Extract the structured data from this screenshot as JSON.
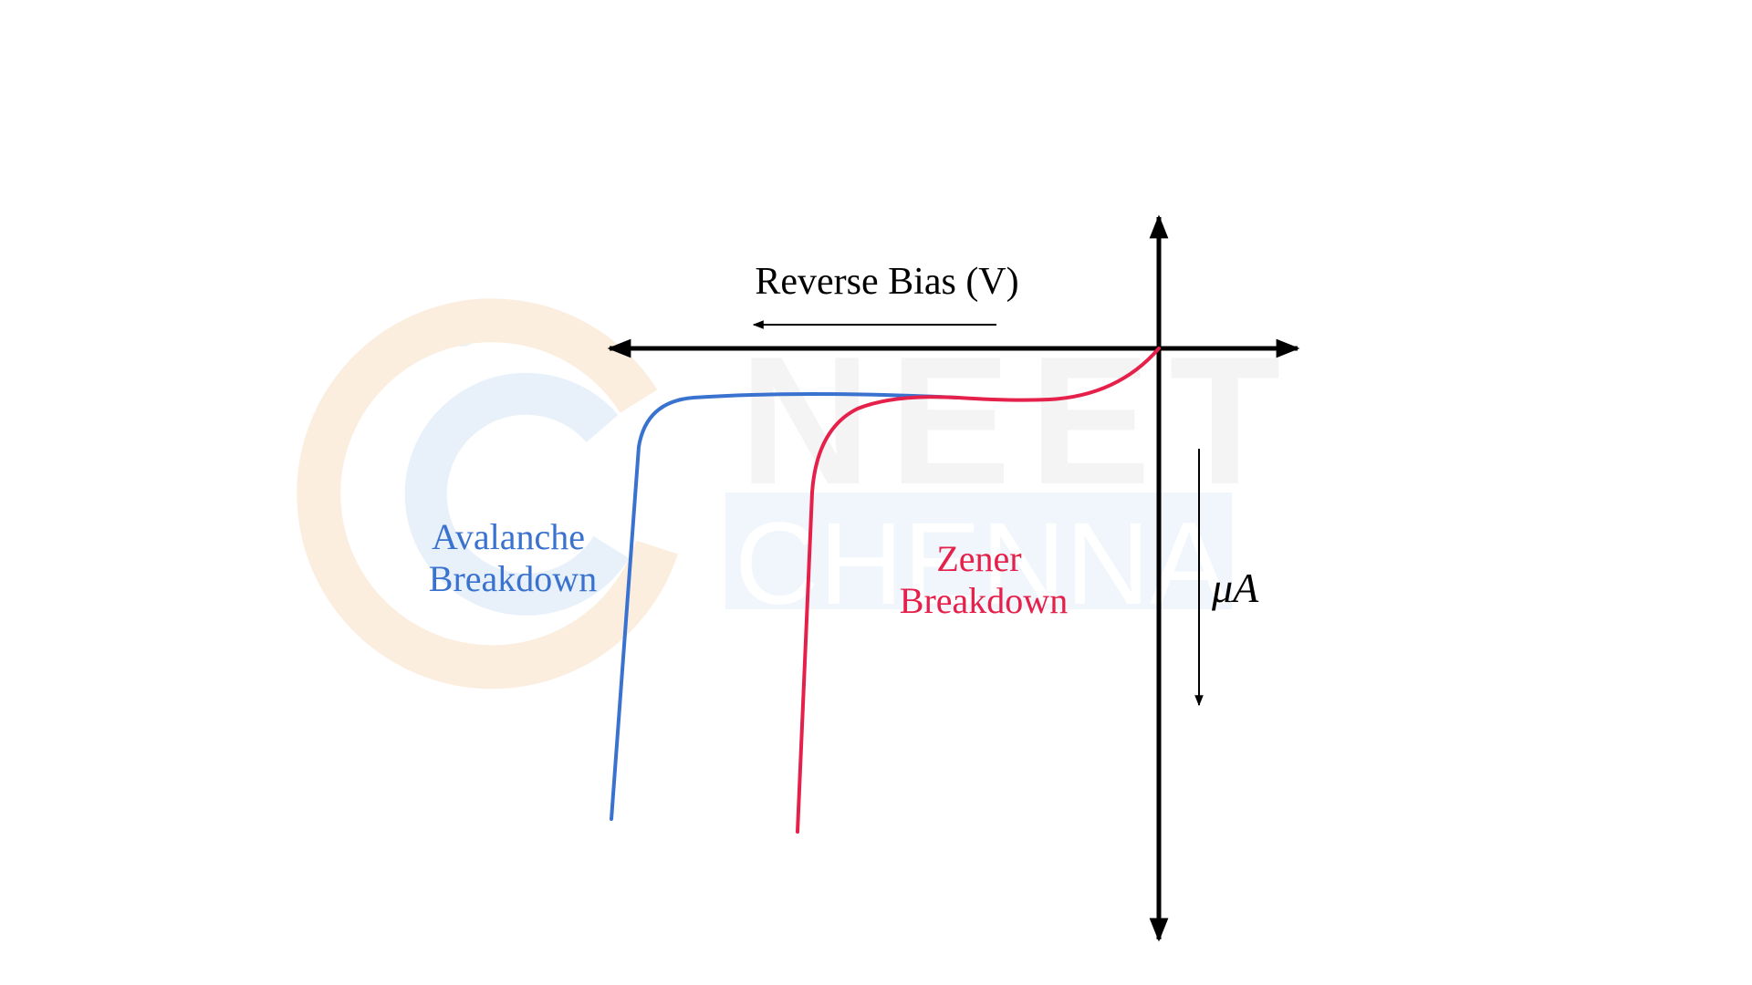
{
  "diagram": {
    "axis_label": "Reverse Bias (V)",
    "current_unit": "μA",
    "curves": [
      {
        "id": "avalanche",
        "label_lines": [
          "Avalanche",
          "Breakdown"
        ],
        "color": "#3a72d0"
      },
      {
        "id": "zener",
        "label_lines": [
          "Zener",
          "Breakdown"
        ],
        "color": "#e5204a"
      }
    ],
    "watermark": {
      "lines": [
        "NEET",
        "CHENNAI"
      ],
      "colors": [
        "#f6d9b8",
        "#cfe3f6"
      ]
    },
    "axis_color": "#000000"
  }
}
